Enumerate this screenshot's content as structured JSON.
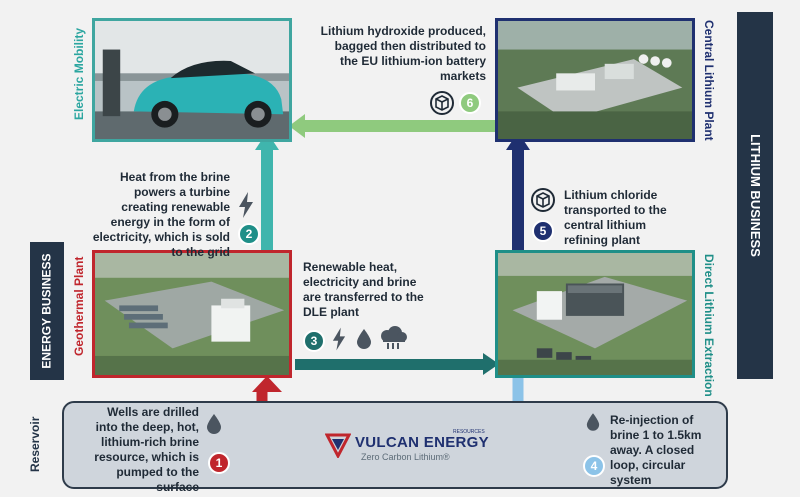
{
  "bands": {
    "lithium_business": "LITHIUM BUSINESS",
    "energy_business": "ENERGY BUSINESS"
  },
  "panels": {
    "electric_mobility": "Electric Mobility",
    "central_lithium_plant": "Central Lithium Plant",
    "geothermal_plant": "Geothermal Plant",
    "direct_lithium_extraction": "Direct Lithium Extraction",
    "reservoir": "Reservoir"
  },
  "steps": [
    {
      "number": "1",
      "text": "Wells are drilled into the deep, hot, lithium-rich brine resource, which is pumped to the surface"
    },
    {
      "number": "2",
      "text": "Heat from the brine powers a turbine creating renewable energy in the form of electricity, which is sold to the grid"
    },
    {
      "number": "3",
      "text": "Renewable heat, electricity and brine are transferred to the DLE plant"
    },
    {
      "number": "4",
      "text": "Re-injection of brine 1 to 1.5km away. A closed loop, circular system"
    },
    {
      "number": "5",
      "text": "Lithium chloride transported to the central lithium refining plant"
    },
    {
      "number": "6",
      "text": "Lithium hydroxide produced, bagged then distributed to the EU lithium-ion battery markets"
    }
  ],
  "logo": {
    "name": "VULCAN ENERGY",
    "resources": "RESOURCES",
    "tagline": "Zero Carbon Lithium®"
  },
  "colors": {
    "teal": "#1f8f88",
    "red": "#c0262d",
    "navy": "#1f3070",
    "light_green": "#8fca7e",
    "light_blue": "#8cc3e8",
    "dark_band": "#243447"
  }
}
